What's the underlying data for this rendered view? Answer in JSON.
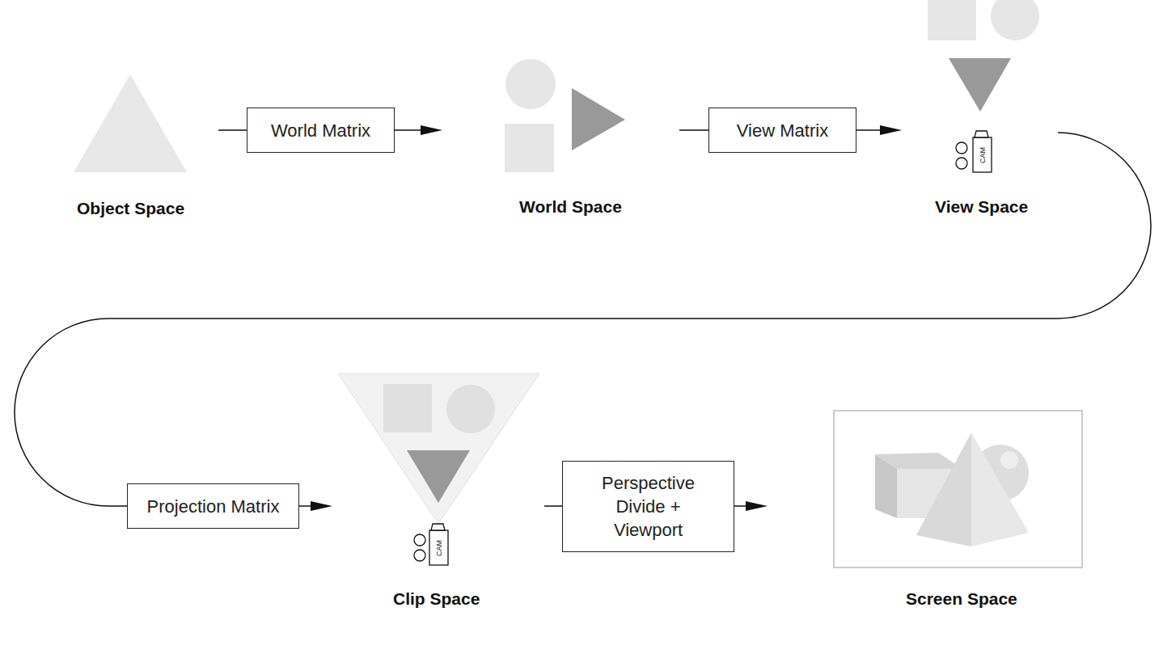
{
  "diagram": {
    "nodes": [
      {
        "text": [
          "World Matrix"
        ]
      },
      {
        "text": [
          "View Matrix"
        ]
      },
      {
        "text": [
          "Projection Matrix"
        ]
      },
      {
        "text": [
          "Perspective Divide + Viewport"
        ]
      }
    ],
    "labels": [
      "Object Space",
      "World Space",
      "View Space",
      "Clip Space",
      "Screen Space",
      "CAM",
      "CAM"
    ]
  }
}
